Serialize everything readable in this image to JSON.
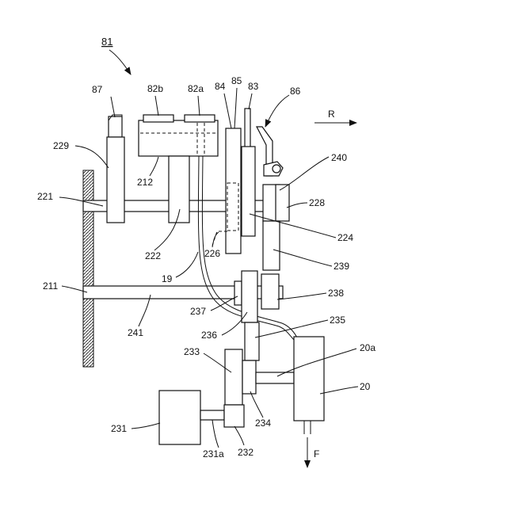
{
  "figure_label": "81",
  "labels": {
    "l87": "87",
    "l82b": "82b",
    "l82a": "82a",
    "l84": "84",
    "l85": "85",
    "l83": "83",
    "l86": "86",
    "lR": "R",
    "l229": "229",
    "l240": "240",
    "l221": "221",
    "l228": "228",
    "l212": "212",
    "l222": "222",
    "l224": "224",
    "l226": "226",
    "l239": "239",
    "l19": "19",
    "l211": "211",
    "l238": "238",
    "l237": "237",
    "l241": "241",
    "l236": "236",
    "l235": "235",
    "l233": "233",
    "l20a": "20a",
    "l20": "20",
    "l234": "234",
    "l231": "231",
    "l231a": "231a",
    "l232": "232",
    "lF": "F"
  }
}
